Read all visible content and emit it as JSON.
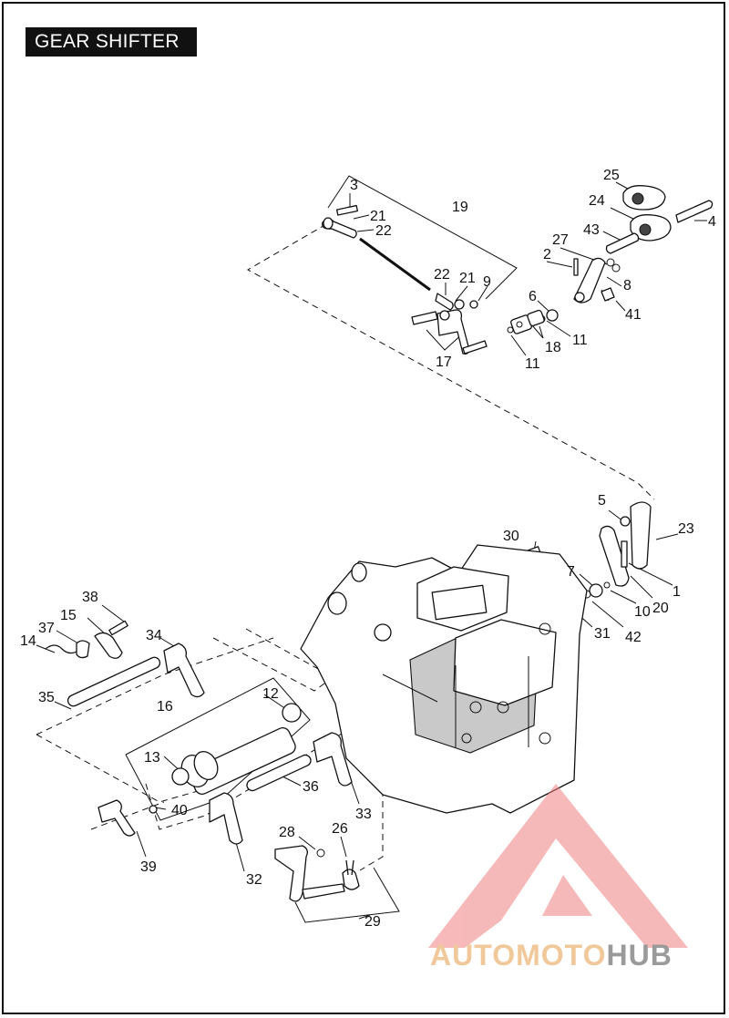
{
  "title": "GEAR SHIFTER",
  "watermark": {
    "auto": "AUTO",
    "moto": "MOTO",
    "hub": "HUB",
    "colors": {
      "triangle": "#f08080",
      "auto": "#f0c89a",
      "hub": "#9a9a9a"
    }
  },
  "callouts": [
    "25",
    "24",
    "4",
    "3",
    "21",
    "22",
    "19",
    "43",
    "2",
    "27",
    "8",
    "22",
    "21",
    "9",
    "6",
    "41",
    "11",
    "18",
    "17",
    "11",
    "5",
    "23",
    "30",
    "7",
    "1",
    "10",
    "20",
    "31",
    "42",
    "38",
    "15",
    "37",
    "14",
    "34",
    "35",
    "12",
    "16",
    "13",
    "36",
    "40",
    "33",
    "28",
    "26",
    "39",
    "32",
    "29"
  ]
}
